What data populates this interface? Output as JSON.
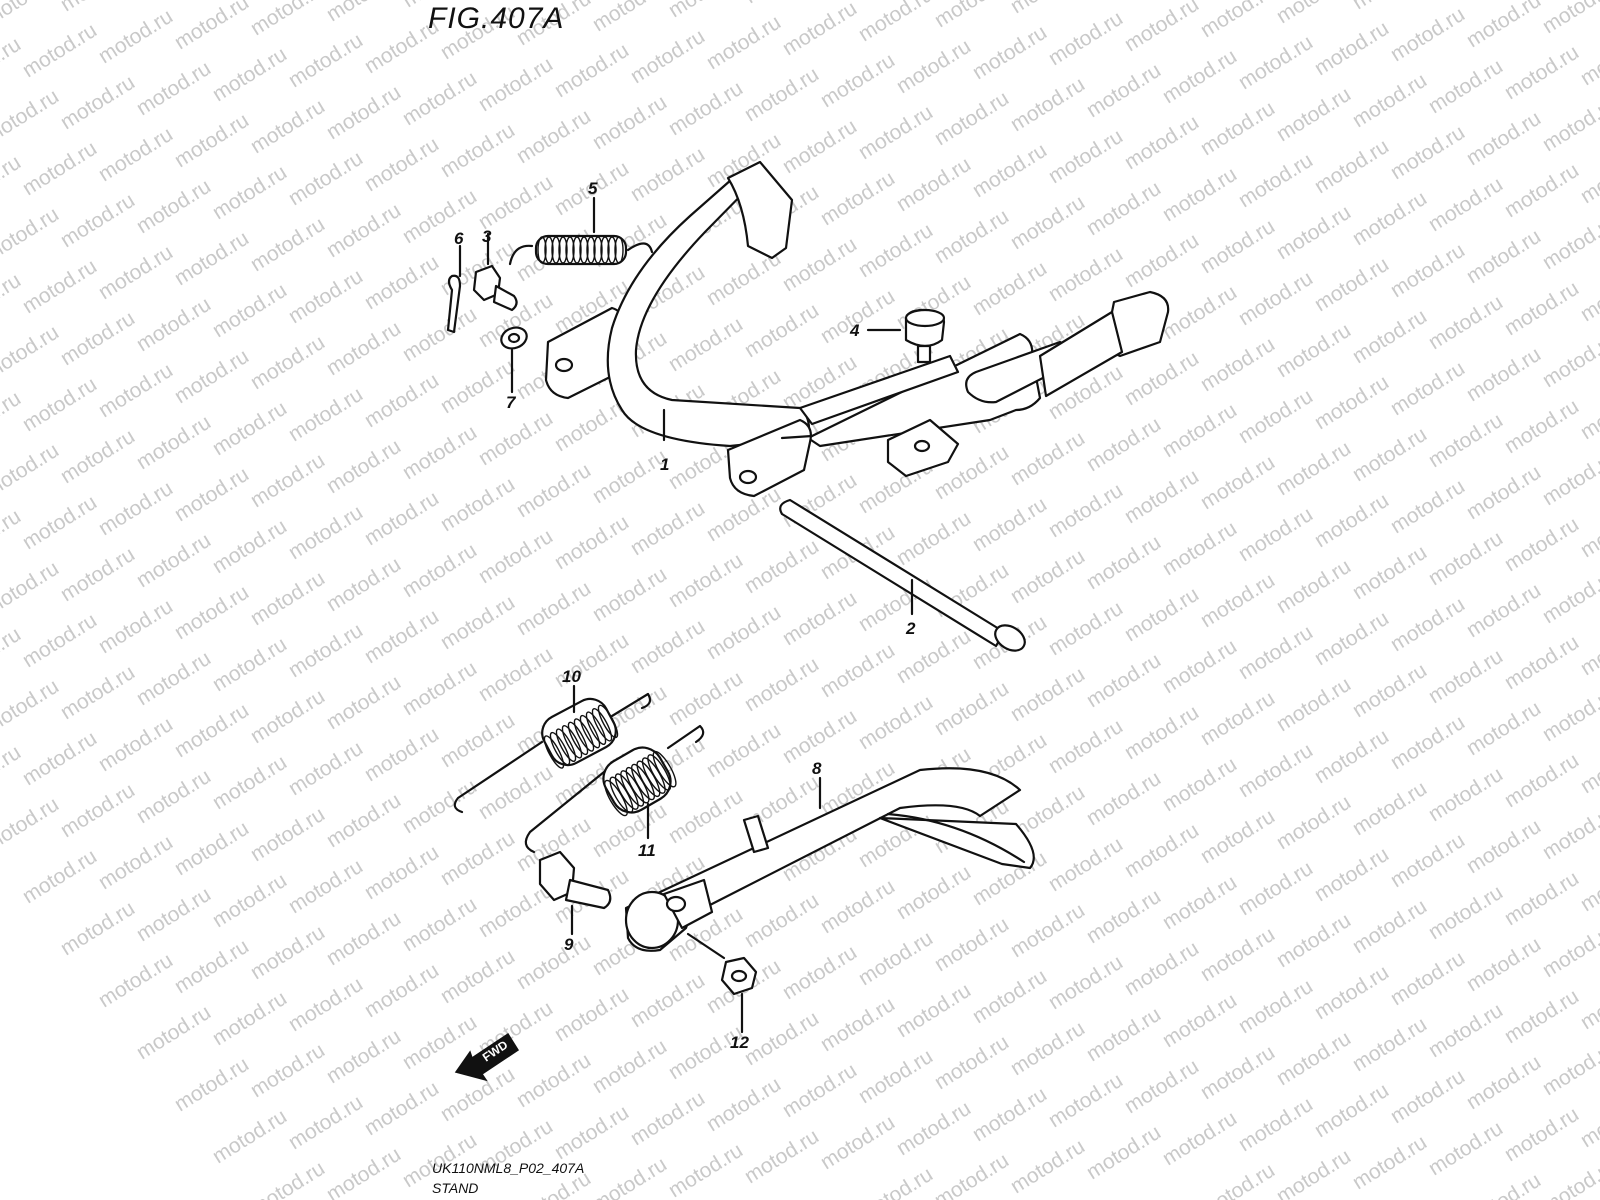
{
  "figure_title": "FIG.407A",
  "watermark_text": "motod.ru",
  "fwd_label": "FWD",
  "footer": {
    "code": "UK110NML8_P02_407A",
    "caption": "STAND"
  },
  "callouts": {
    "c1": "1",
    "c2": "2",
    "c3": "3",
    "c4": "4",
    "c5": "5",
    "c6": "6",
    "c7": "7",
    "c8": "8",
    "c9": "9",
    "c10": "10",
    "c11": "11",
    "c12": "12"
  },
  "colors": {
    "line": "#111111",
    "watermark": "#c9c9c9",
    "background": "#ffffff"
  }
}
